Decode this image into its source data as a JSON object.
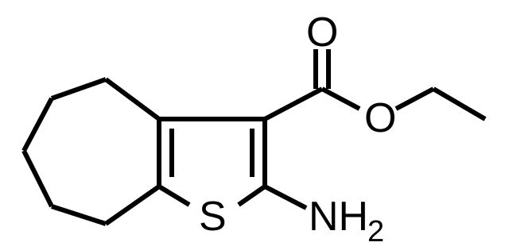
{
  "molecule": {
    "atoms": {
      "oxygen_carbonyl": "O",
      "oxygen_ester": "O",
      "sulfur": "S",
      "amine": {
        "main": "NH",
        "subscript": "2"
      }
    }
  }
}
